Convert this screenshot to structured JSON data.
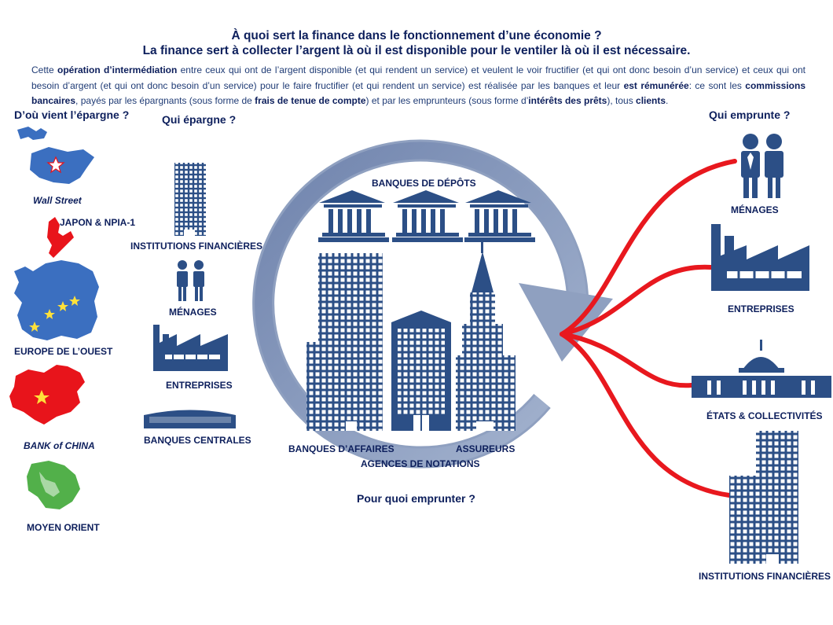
{
  "title_line1": "À quoi sert la finance dans le fonctionnement d’une économie ?",
  "title_line2": "La finance sert à collecter l’argent là où il est disponible pour le ventiler là où il est nécessaire.",
  "intro": {
    "p1": "Cette ",
    "b1": "opération d’intermédiation",
    "p2": " entre ceux qui ont de l’argent disponible (et qui rendent un service) et veulent le voir fructifier (et qui ont donc besoin d’un service) et ceux qui ont besoin d’argent (et qui ont donc besoin d’un service) pour le faire fructifier (et qui rendent un service) est réalisée par les banques et leur ",
    "b2": "est rémunérée",
    "p3": ": ce sont les ",
    "b3": "commissions bancaires",
    "p4": ", payés par les épargnants (sous forme de ",
    "b4": "frais de tenue de compte",
    "p5": ") et par les emprunteurs (sous forme d’",
    "b5": "intérêts des prêts",
    "p6": "), tous ",
    "b6": "clients",
    "p7": "."
  },
  "headings": {
    "origin": "D’où vient l’épargne ?",
    "savers": "Qui épargne ?",
    "borrowers": "Qui emprunte ?",
    "why": "Pour quoi emprunter ?"
  },
  "regions": {
    "wall_street": "Wall Street",
    "japon": "JAPON & NPIA-1",
    "europe": "EUROPE DE L’OUEST",
    "china": "BANK of CHINA",
    "moyen_orient": "MOYEN ORIENT"
  },
  "savers": {
    "institutions": "INSTITUTIONS FINANCIÈRES",
    "menages": "MÉNAGES",
    "entreprises": "ENTREPRISES",
    "banques_centrales": "BANQUES CENTRALES"
  },
  "center": {
    "depots": "BANQUES DE DÉPÔTS",
    "affaires": "BANQUES D’AFFAIRES",
    "assureurs": "ASSUREURS",
    "notations": "AGENCES DE NOTATIONS"
  },
  "borrowers": {
    "menages": "MÉNAGES",
    "entreprises": "ENTREPRISES",
    "etats": "ÉTATS & COLLECTIVITÉS",
    "institutions": "INSTITUTIONS FINANCIÈRES"
  },
  "colors": {
    "navy": "#2c4f86",
    "ring": "#8a9bbd",
    "flow": "#e8181e",
    "china": "#e8141b",
    "usa": "#3b6fc0",
    "green": "#52b04a"
  }
}
